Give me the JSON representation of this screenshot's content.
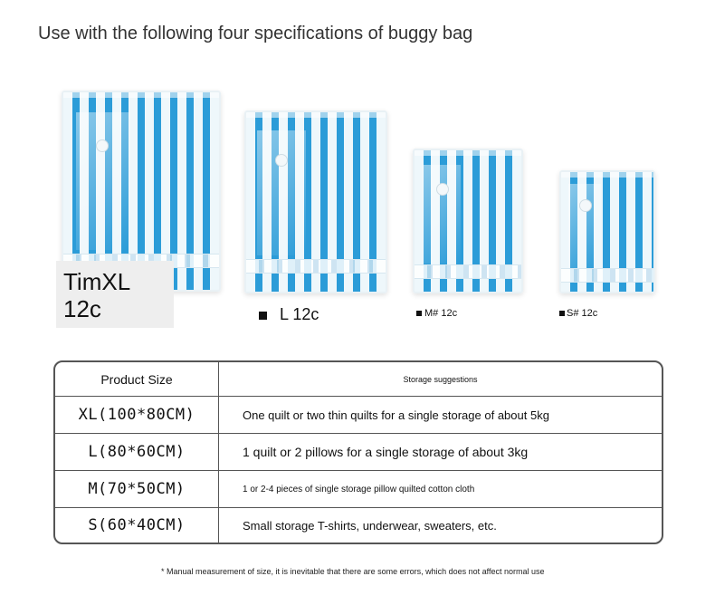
{
  "title": "Use with the following four specifications of buggy bag",
  "bags": {
    "xl_label_line1": "TimXL",
    "xl_label_line2": "12c",
    "l_label": "L 12c",
    "m_label": "M# 12c",
    "s_label": "S# 12c"
  },
  "table": {
    "header": {
      "col1": "Product Size",
      "col2": "Storage suggestions"
    },
    "rows": [
      {
        "size": "XL(100*80CM)",
        "suggestion": "One quilt or two thin quilts for a single storage of about 5kg"
      },
      {
        "size": "L(80*60CM)",
        "suggestion": "1 quilt or 2 pillows for a single storage of about 3kg"
      },
      {
        "size": "M(70*50CM)",
        "suggestion": "1 or 2-4 pieces of single storage pillow quilted cotton cloth"
      },
      {
        "size": "S(60*40CM)",
        "suggestion": "Small storage T-shirts, underwear, sweaters, etc."
      }
    ]
  },
  "footnote": "* Manual measurement of size, it is inevitable that there are some errors, which does not affect normal use",
  "colors": {
    "stripe_blue": "#2b9cd8",
    "border": "#555555"
  }
}
